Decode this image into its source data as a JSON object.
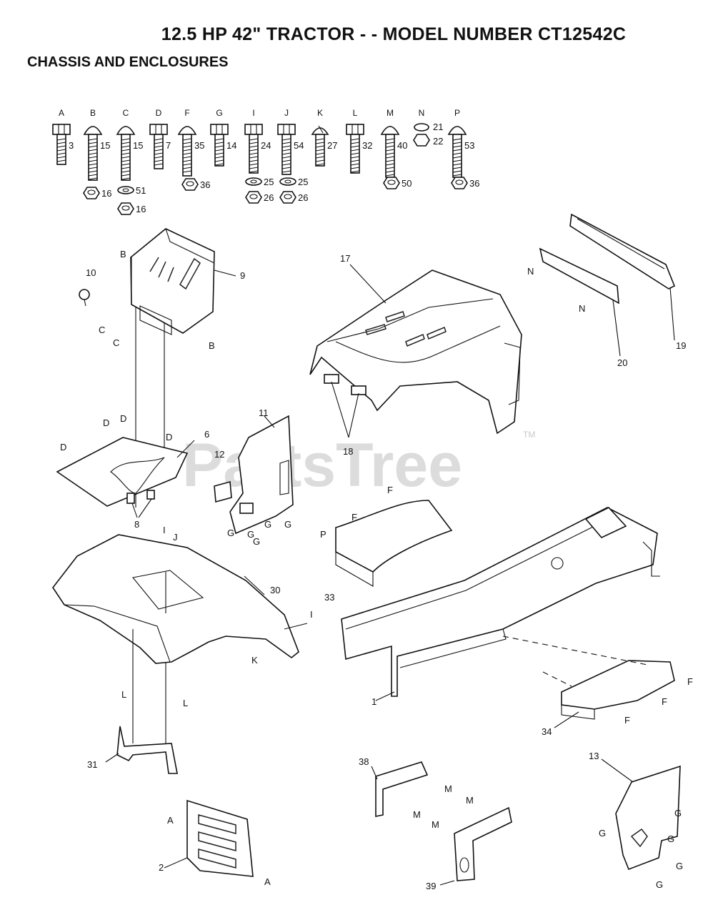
{
  "title": "12.5 HP 42\" TRACTOR - - MODEL NUMBER CT12542C",
  "subtitle": "CHASSIS AND ENCLOSURES",
  "watermark": "PartsTree",
  "watermark_tm": "TM",
  "hardware": [
    {
      "letter": "A",
      "number": "3"
    },
    {
      "letter": "B",
      "number": "15"
    },
    {
      "letter": "C",
      "number": "15"
    },
    {
      "letter": "D",
      "number": "7"
    },
    {
      "letter": "F",
      "number": "35"
    },
    {
      "letter": "G",
      "number": "14"
    },
    {
      "letter": "I",
      "number": "24"
    },
    {
      "letter": "J",
      "number": "54"
    },
    {
      "letter": "K",
      "number": "27"
    },
    {
      "letter": "L",
      "number": "32"
    },
    {
      "letter": "M",
      "number": "40"
    },
    {
      "letter": "N",
      "number": "21"
    },
    {
      "letter": "P",
      "number": "53"
    }
  ],
  "hardware_nuts": [
    "16",
    "51",
    "16",
    "36",
    "25",
    "26",
    "25",
    "26",
    "50",
    "22",
    "36"
  ],
  "callouts": [
    "10",
    "9",
    "B",
    "B",
    "C",
    "C",
    "6",
    "D",
    "D",
    "D",
    "D",
    "8",
    "11",
    "12",
    "G",
    "G",
    "G",
    "G",
    "G",
    "17",
    "18",
    "19",
    "20",
    "N",
    "N",
    "30",
    "I",
    "J",
    "I",
    "K",
    "L",
    "L",
    "31",
    "F",
    "F",
    "P",
    "33",
    "1",
    "34",
    "F",
    "F",
    "F",
    "2",
    "A",
    "A",
    "38",
    "M",
    "M",
    "M",
    "M",
    "39",
    "13",
    "G",
    "G",
    "G",
    "G",
    "G"
  ]
}
